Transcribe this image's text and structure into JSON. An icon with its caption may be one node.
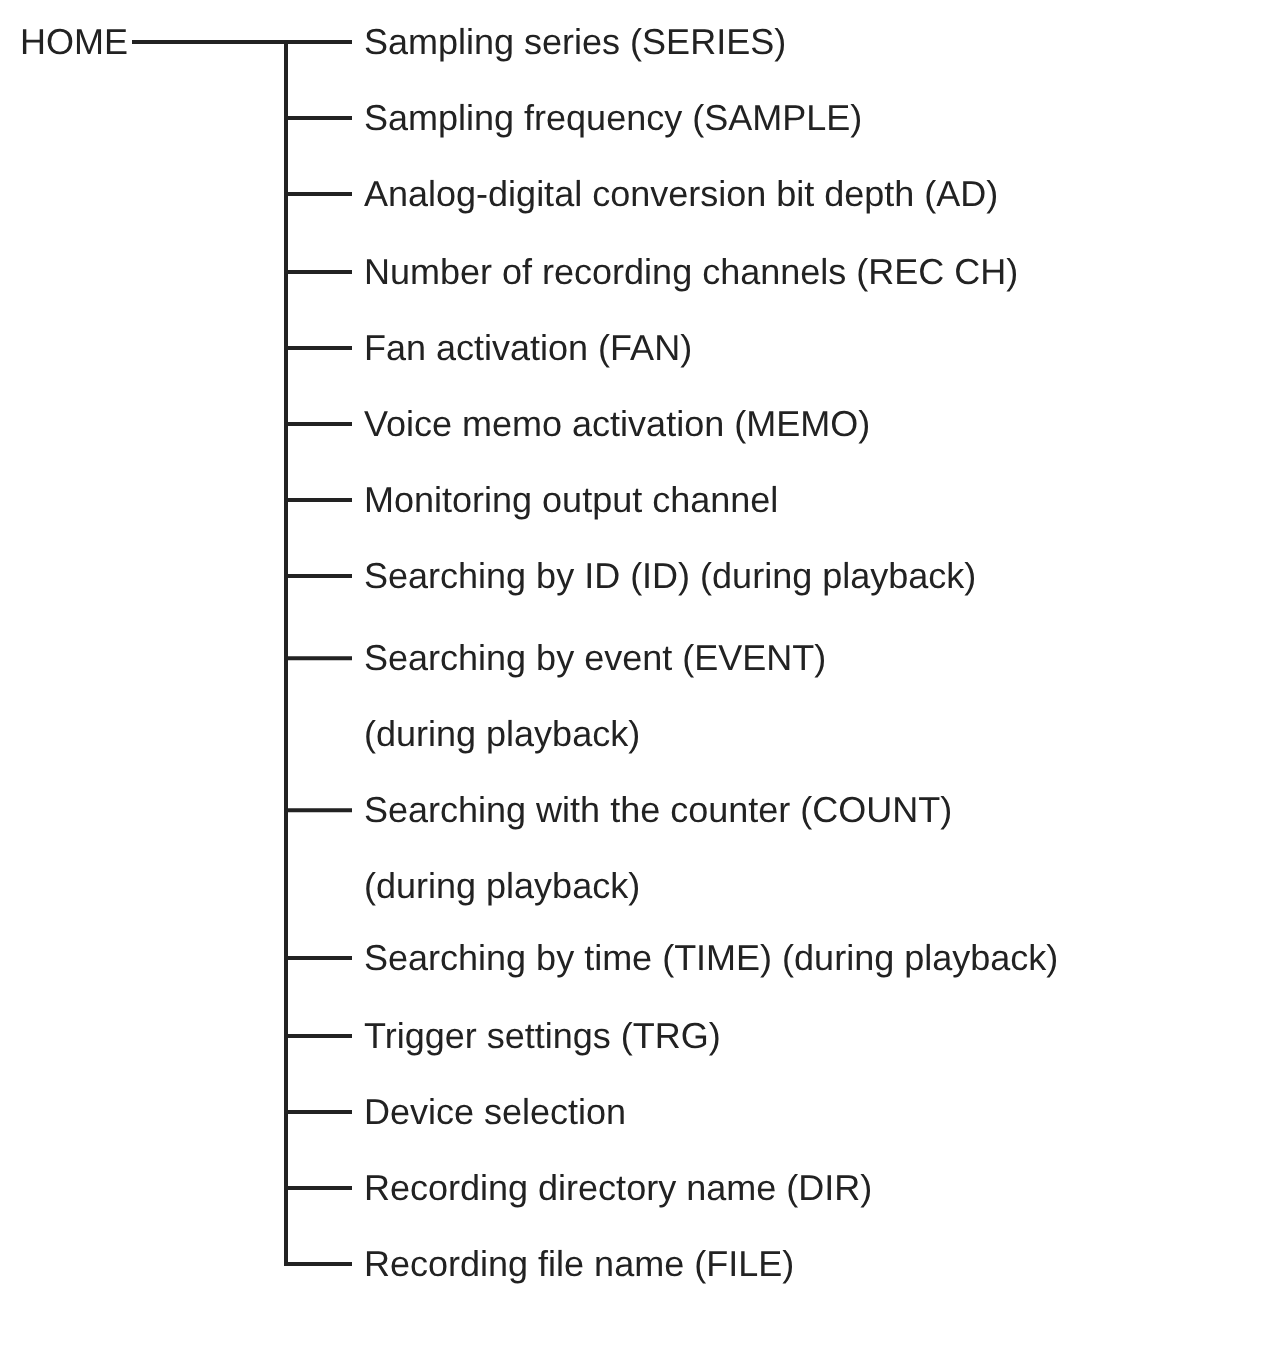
{
  "diagram": {
    "nodes": [
      {
        "text": [
          "HOME"
        ]
      },
      {
        "text": [
          "Sampling series (SERIES)"
        ]
      },
      {
        "text": [
          "Sampling frequency (SAMPLE)"
        ]
      },
      {
        "text": [
          "Analog-digital conversion bit depth (AD)"
        ]
      },
      {
        "text": [
          "Number of recording channels (REC CH)"
        ]
      },
      {
        "text": [
          "Fan activation (FAN)"
        ]
      },
      {
        "text": [
          "Voice memo activation (MEMO)"
        ]
      },
      {
        "text": [
          "Monitoring output channel"
        ]
      },
      {
        "text": [
          "Searching by ID (ID) (during playback)"
        ]
      },
      {
        "text": [
          "Searching by event (EVENT) (during playback)"
        ]
      },
      {
        "text": [
          "Searching with the counter (COUNT) (during playback)"
        ]
      },
      {
        "text": [
          "Searching by time (TIME) (during playback)"
        ]
      },
      {
        "text": [
          "Trigger settings (TRG)"
        ]
      },
      {
        "text": [
          "Device selection"
        ]
      },
      {
        "text": [
          "Recording directory name (DIR)"
        ]
      },
      {
        "text": [
          "Recording file name (FILE)"
        ]
      }
    ],
    "edges": [
      {
        "from": 0,
        "to": 1,
        "arrow": "none"
      },
      {
        "from": 0,
        "to": 2,
        "arrow": "none"
      },
      {
        "from": 0,
        "to": 3,
        "arrow": "none"
      },
      {
        "from": 0,
        "to": 4,
        "arrow": "none"
      },
      {
        "from": 0,
        "to": 5,
        "arrow": "none"
      },
      {
        "from": 0,
        "to": 6,
        "arrow": "none"
      },
      {
        "from": 0,
        "to": 7,
        "arrow": "none"
      },
      {
        "from": 0,
        "to": 8,
        "arrow": "none"
      },
      {
        "from": 0,
        "to": 9,
        "arrow": "none"
      },
      {
        "from": 0,
        "to": 10,
        "arrow": "none"
      },
      {
        "from": 0,
        "to": 11,
        "arrow": "none"
      },
      {
        "from": 0,
        "to": 12,
        "arrow": "none"
      },
      {
        "from": 0,
        "to": 13,
        "arrow": "none"
      },
      {
        "from": 0,
        "to": 14,
        "arrow": "none"
      },
      {
        "from": 0,
        "to": 15,
        "arrow": "none"
      }
    ]
  }
}
